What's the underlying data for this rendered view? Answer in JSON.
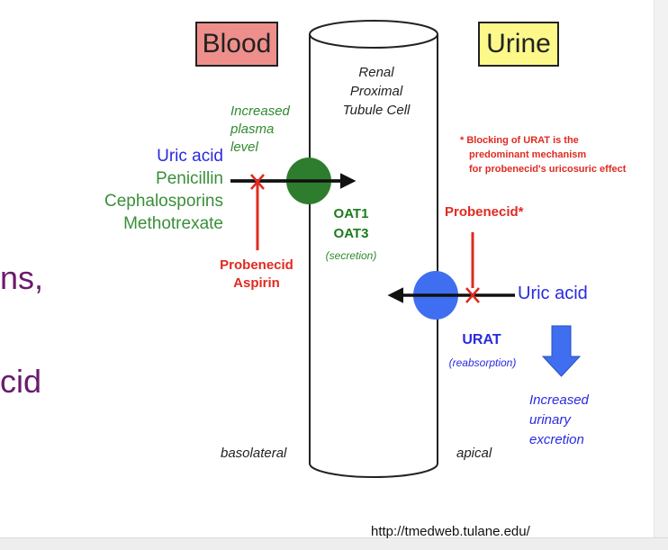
{
  "headers": {
    "blood": "Blood",
    "urine": "Urine"
  },
  "cell": {
    "title_lines": [
      "Renal",
      "Proximal",
      "Tubule Cell"
    ],
    "basolateral": "basolateral",
    "apical": "apical"
  },
  "left_side": {
    "increased_plasma": [
      "Increased",
      "plasma",
      "level"
    ],
    "substrates": [
      "Uric acid",
      "Penicillin",
      "Cephalosporins",
      "Methotrexate"
    ],
    "inhibitors": [
      "Probenecid",
      "Aspirin"
    ]
  },
  "oat": {
    "labels": [
      "OAT1",
      "OAT3"
    ],
    "function": "(secretion)"
  },
  "right_side": {
    "footnote": [
      "* Blocking of URAT is the",
      "predominant mechanism",
      "for probenecid's uricosuric effect"
    ],
    "probenecid": "Probenecid*",
    "uric_acid": "Uric acid",
    "urat": "URAT",
    "urat_function": "(reabsorption)",
    "excretion": [
      "Increased",
      "urinary",
      "excretion"
    ]
  },
  "background_text": {
    "line1": "ns,",
    "line2": "cid"
  },
  "source": "http://tmedweb.tulane.edu/",
  "colors": {
    "blood_box": "#ef8f8b",
    "urine_box": "#fcf98a",
    "oat_circle": "#2e7d2e",
    "urat_circle": "#3f6ff0",
    "inhibitor_red": "#e02a20",
    "urate_blue": "#2a2ae0",
    "substrate_green": "#3a8f3a",
    "slide_text_purple": "#6b1a6b"
  }
}
